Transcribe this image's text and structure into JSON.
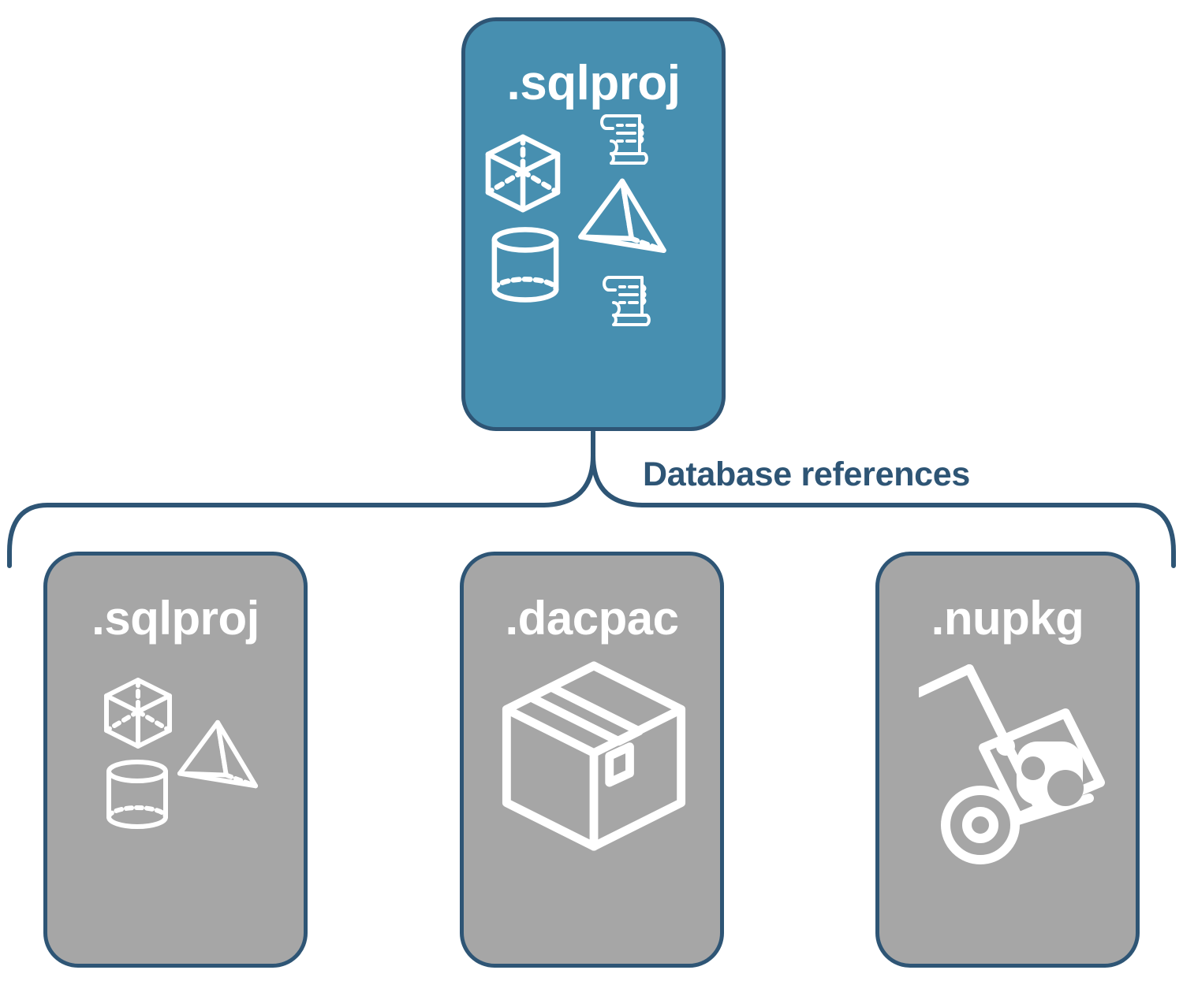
{
  "diagram": {
    "title": "SQL project database references",
    "colors": {
      "root_fill": "#478FB0",
      "child_fill": "#A6A6A6",
      "border": "#2E5575",
      "label_text": "#FFFFFF",
      "connector_text": "#2E5575",
      "background": "#FFFFFF"
    },
    "root": {
      "label": ".sqlproj",
      "icons": [
        "cube-icon",
        "pyramid-icon",
        "cylinder-icon",
        "scroll-icon",
        "scroll-icon"
      ]
    },
    "connector": {
      "label": "Database references",
      "style": "curly-brace"
    },
    "children": [
      {
        "label": ".sqlproj",
        "icons": [
          "cube-icon",
          "pyramid-icon",
          "cylinder-icon"
        ]
      },
      {
        "label": ".dacpac",
        "icons": [
          "package-box-icon"
        ]
      },
      {
        "label": ".nupkg",
        "icons": [
          "nuget-hand-truck-icon"
        ]
      }
    ]
  }
}
